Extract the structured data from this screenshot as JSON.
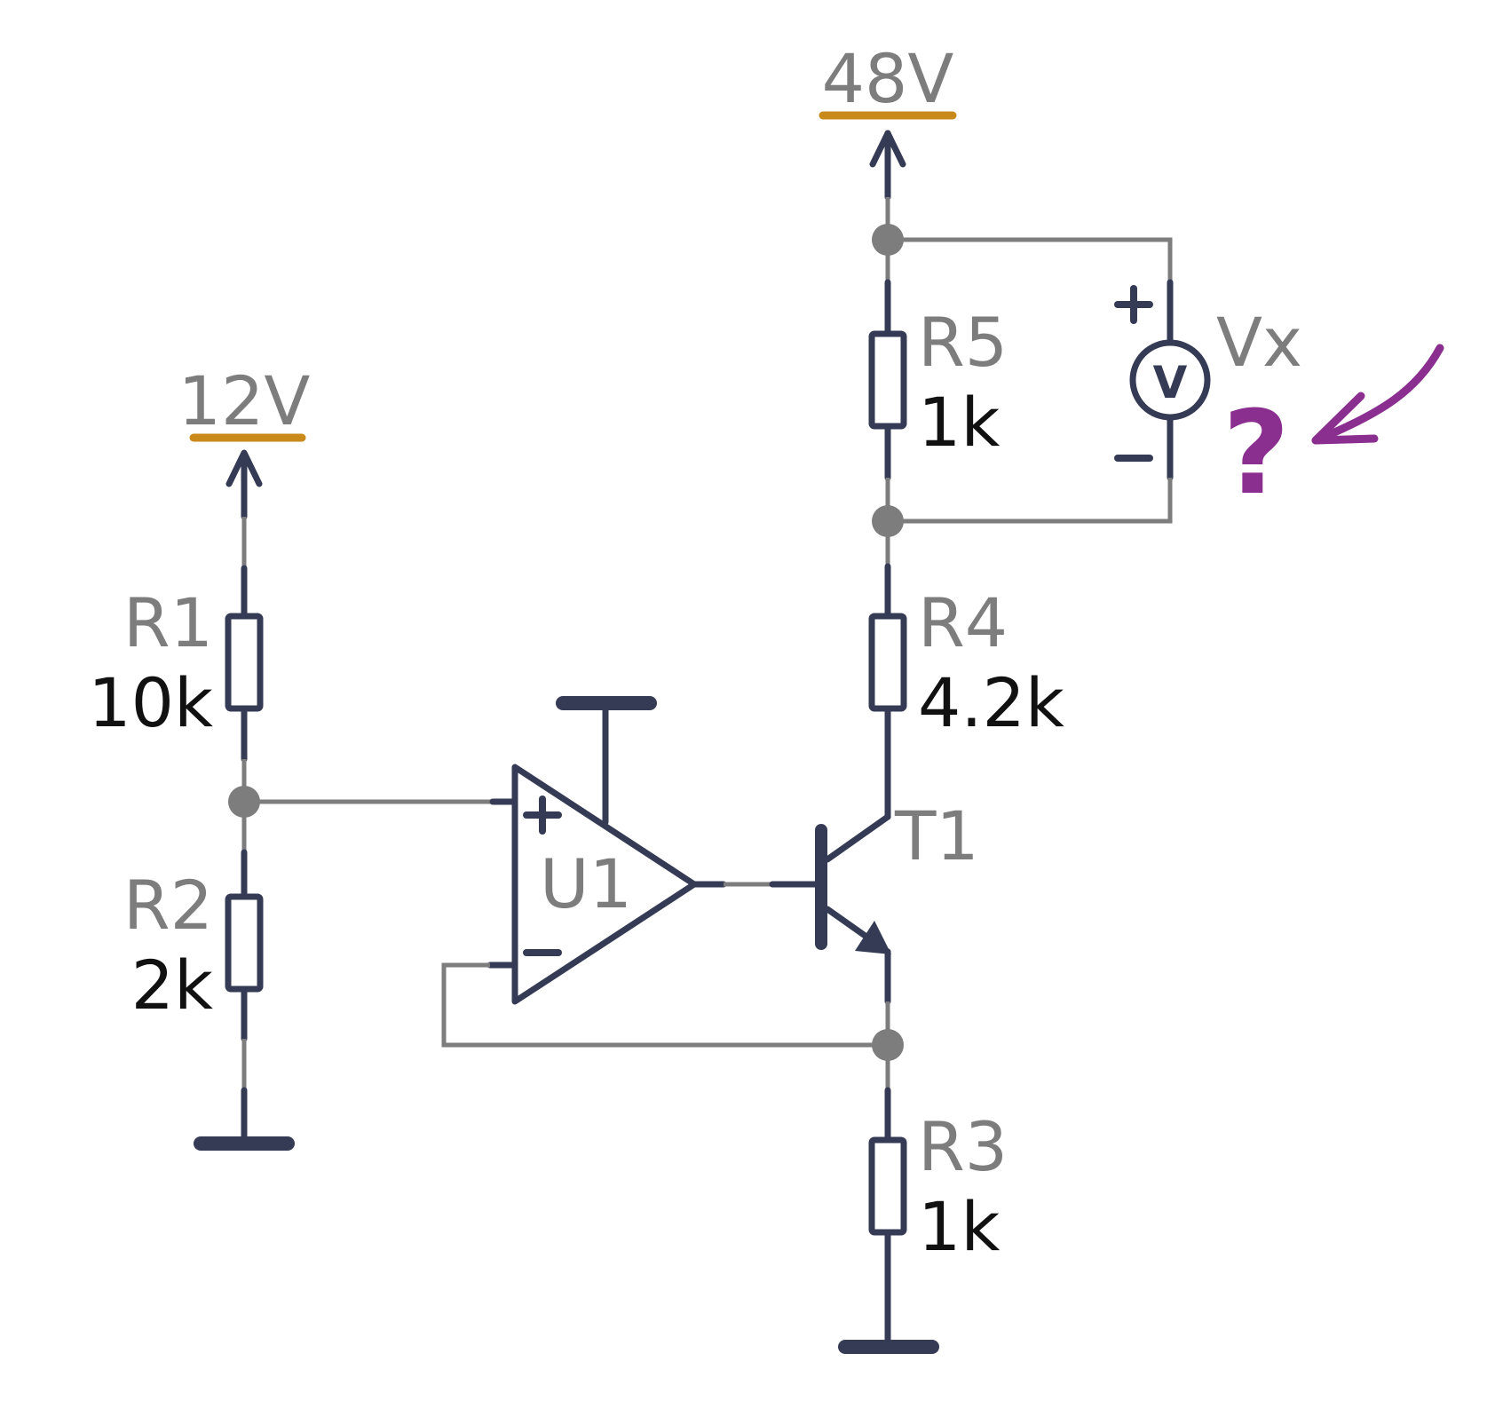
{
  "supplies": {
    "v1": {
      "label": "12V"
    },
    "v2": {
      "label": "48V"
    }
  },
  "components": {
    "r1": {
      "name": "R1",
      "value": "10k"
    },
    "r2": {
      "name": "R2",
      "value": "2k"
    },
    "r3": {
      "name": "R3",
      "value": "1k"
    },
    "r4": {
      "name": "R4",
      "value": "4.2k"
    },
    "r5": {
      "name": "R5",
      "value": "1k"
    },
    "u1": {
      "name": "U1"
    },
    "t1": {
      "name": "T1"
    },
    "vm": {
      "name": "Vx",
      "symbol": "V"
    }
  },
  "annotation": {
    "question": "?"
  },
  "colors": {
    "wire_dark": "#353b55",
    "wire_gray": "#7d7d7d",
    "rail": "#c98a1b",
    "annotation": "#8a2e8f"
  }
}
